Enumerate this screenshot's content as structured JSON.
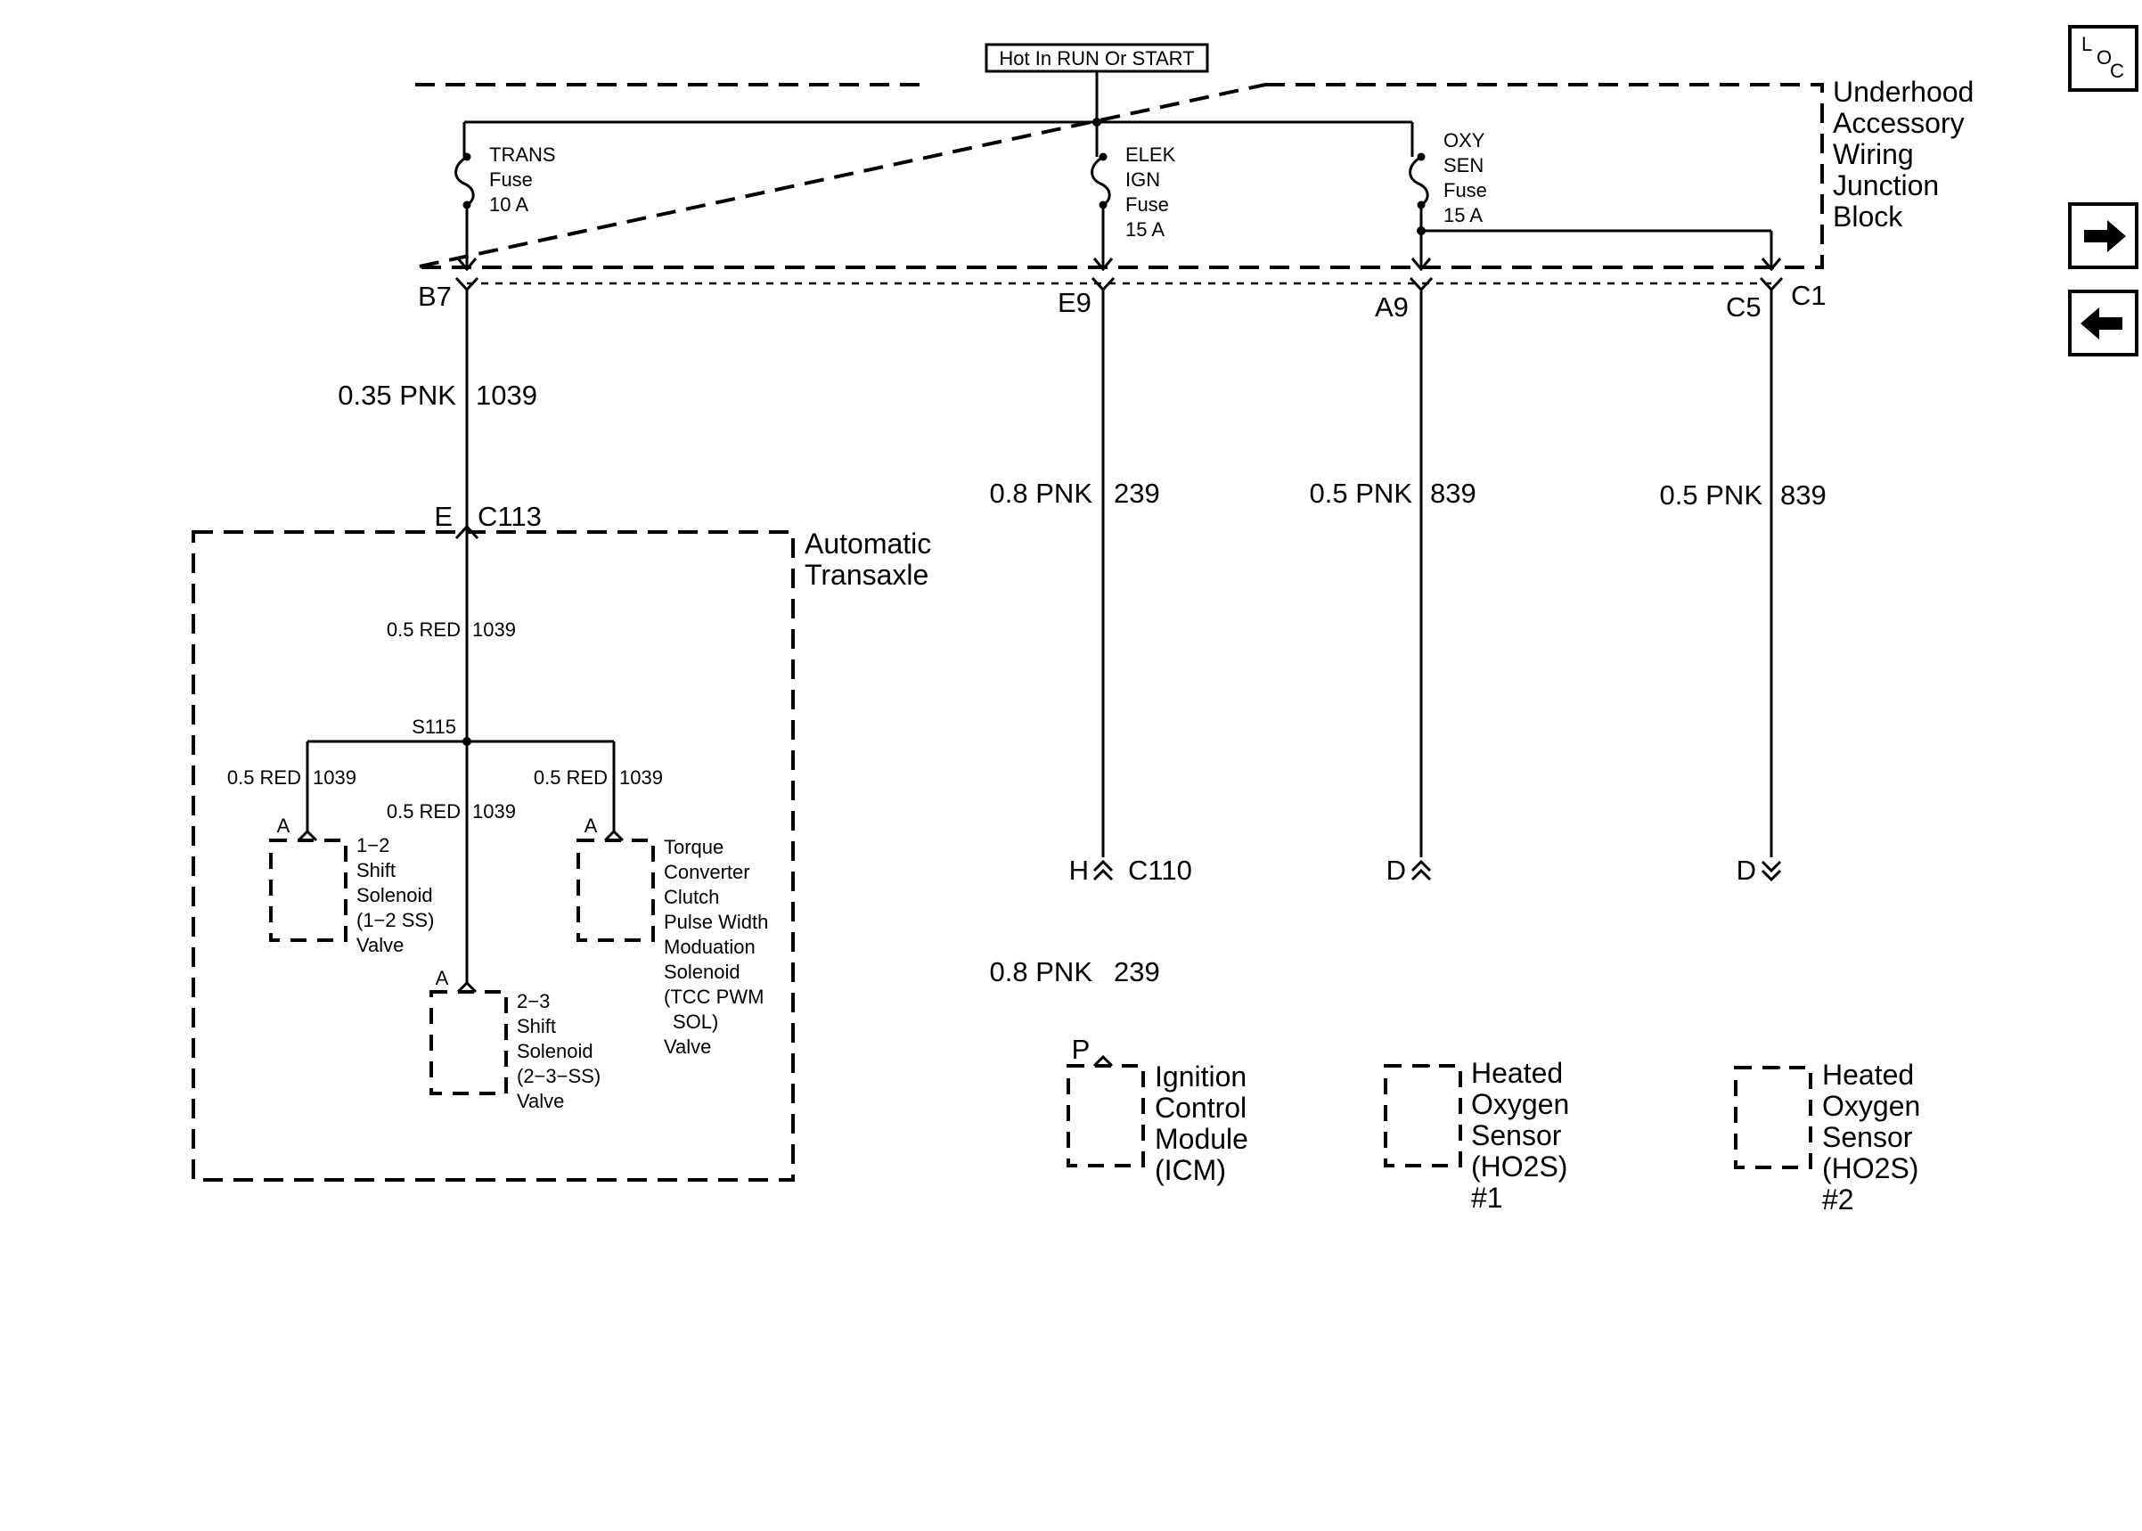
{
  "power": {
    "hot_label": "Hot In RUN Or START"
  },
  "junction_block": {
    "line1": "Underhood",
    "line2": "Accessory",
    "line3": "Wiring",
    "line4": "Junction",
    "line5": "Block"
  },
  "fuses": [
    {
      "l1": "TRANS",
      "l2": "Fuse",
      "l3": "10 A",
      "l4": ""
    },
    {
      "l1": "ELEK",
      "l2": "IGN",
      "l3": "Fuse",
      "l4": "15 A"
    },
    {
      "l1": "OXY",
      "l2": "SEN",
      "l3": "Fuse",
      "l4": "15 A"
    }
  ],
  "terminals": {
    "b7": "B7",
    "e9": "E9",
    "a9": "A9",
    "c5": "C5",
    "c1": "C1"
  },
  "wires": {
    "w1_size": "0.35 PNK",
    "w1_circuit": "1039",
    "w2_size": "0.8 PNK",
    "w2_circuit": "239",
    "w3_size": "0.5 PNK",
    "w3_circuit": "839",
    "w4_size": "0.5 PNK",
    "w4_circuit": "839",
    "w5_size": "0.8 PNK",
    "w5_circuit": "239",
    "red_size": "0.5 RED",
    "red_circuit": "1039"
  },
  "connectors": {
    "c113_pin": "E",
    "c113": "C113",
    "c110_pin": "H",
    "c110": "C110",
    "s115": "S115",
    "d1": "D",
    "d2": "D",
    "p": "P",
    "pin_a": "A"
  },
  "transaxle": {
    "line1": "Automatic",
    "line2": "Transaxle"
  },
  "solenoid_12": {
    "l1": "1−2",
    "l2": "Shift",
    "l3": "Solenoid",
    "l4": "(1−2 SS)",
    "l5": "Valve"
  },
  "solenoid_23": {
    "l1": "2−3",
    "l2": "Shift",
    "l3": "Solenoid",
    "l4": "(2−3−SS)",
    "l5": "Valve"
  },
  "solenoid_tcc": {
    "l1": "Torque",
    "l2": "Converter",
    "l3": "Clutch",
    "l4": "Pulse Width",
    "l5": "Moduation",
    "l6": "Solenoid",
    "l7": "(TCC PWM",
    "l8": "SOL)",
    "l9": "Valve"
  },
  "icm": {
    "l1": "Ignition",
    "l2": "Control",
    "l3": "Module",
    "l4": "(ICM)"
  },
  "ho2s_1": {
    "l1": "Heated",
    "l2": "Oxygen",
    "l3": "Sensor",
    "l4": "(HO2S)",
    "l5": "#1"
  },
  "ho2s_2": {
    "l1": "Heated",
    "l2": "Oxygen",
    "l3": "Sensor",
    "l4": "(HO2S)",
    "l5": "#2"
  },
  "nav": {
    "loc_l": "L",
    "loc_o": "O",
    "loc_c": "C",
    "forward_icon": "arrow-right-icon",
    "back_icon": "arrow-left-icon"
  }
}
